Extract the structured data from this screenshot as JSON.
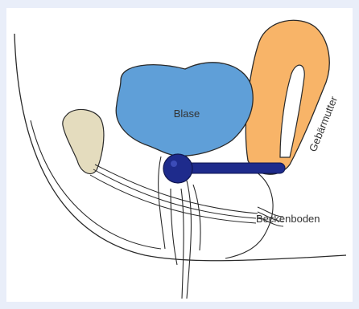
{
  "diagram": {
    "labels": {
      "bladder": "Blase",
      "uterus": "Gebärmutter",
      "pelvic_floor": "Beckenboden"
    },
    "colors": {
      "background": "#e9eef9",
      "panel": "#ffffff",
      "bladder_fill": "#5f9fd8",
      "uterus_fill": "#f8b468",
      "pubic_bone_fill": "#e4dcbe",
      "pessary_fill": "#1e2b8c",
      "outline": "#2a2a2a"
    },
    "icons": {
      "pessary": "pessary-icon"
    }
  }
}
